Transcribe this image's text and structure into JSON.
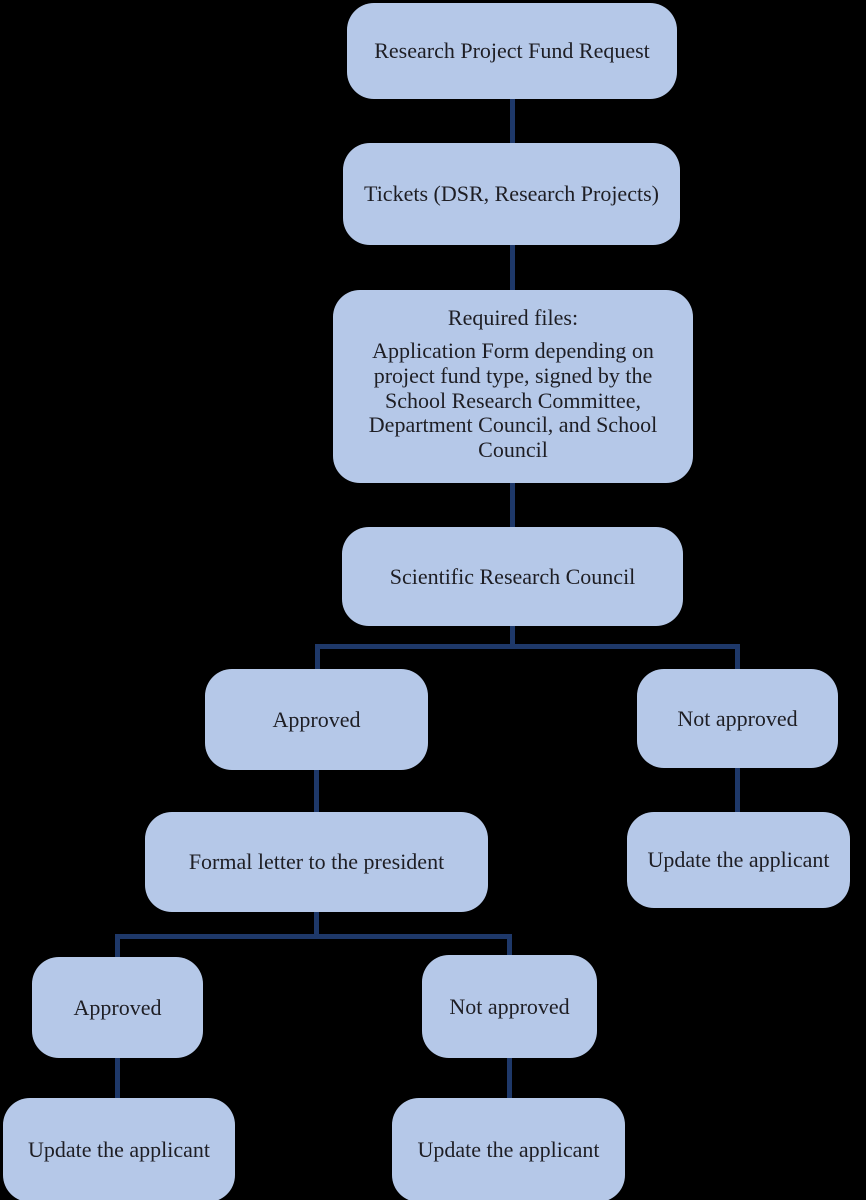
{
  "colors": {
    "background": "#000000",
    "node_fill": "#b5c8e8",
    "connector": "#1e3869",
    "text": "#1e1e24"
  },
  "flowchart": {
    "nodes": {
      "research_request": {
        "label": "Research Project Fund Request"
      },
      "tickets": {
        "label": "Tickets (DSR, Research Projects)"
      },
      "required_files": {
        "title": "Required files:",
        "body": "Application Form depending on\nproject fund type, signed by the\nSchool Research Committee,\nDepartment Council, and School\nCouncil"
      },
      "scientific_research_council": {
        "label": "Scientific Research Council"
      },
      "approved_src": {
        "label": "Approved"
      },
      "not_approved_src": {
        "label": "Not approved"
      },
      "formal_letter": {
        "label": "Formal letter to the president"
      },
      "update_applicant_src": {
        "label": "Update the applicant"
      },
      "approved_president": {
        "label": "Approved"
      },
      "not_approved_president": {
        "label": "Not approved"
      },
      "update_applicant_approved": {
        "label": "Update the applicant"
      },
      "update_applicant_not_approved": {
        "label": "Update the applicant"
      }
    },
    "edges": [
      {
        "from": "research_request",
        "to": "tickets"
      },
      {
        "from": "tickets",
        "to": "required_files"
      },
      {
        "from": "required_files",
        "to": "scientific_research_council"
      },
      {
        "from": "scientific_research_council",
        "to": "approved_src"
      },
      {
        "from": "scientific_research_council",
        "to": "not_approved_src"
      },
      {
        "from": "approved_src",
        "to": "formal_letter"
      },
      {
        "from": "not_approved_src",
        "to": "update_applicant_src"
      },
      {
        "from": "formal_letter",
        "to": "approved_president"
      },
      {
        "from": "formal_letter",
        "to": "not_approved_president"
      },
      {
        "from": "approved_president",
        "to": "update_applicant_approved"
      },
      {
        "from": "not_approved_president",
        "to": "update_applicant_not_approved"
      }
    ]
  }
}
